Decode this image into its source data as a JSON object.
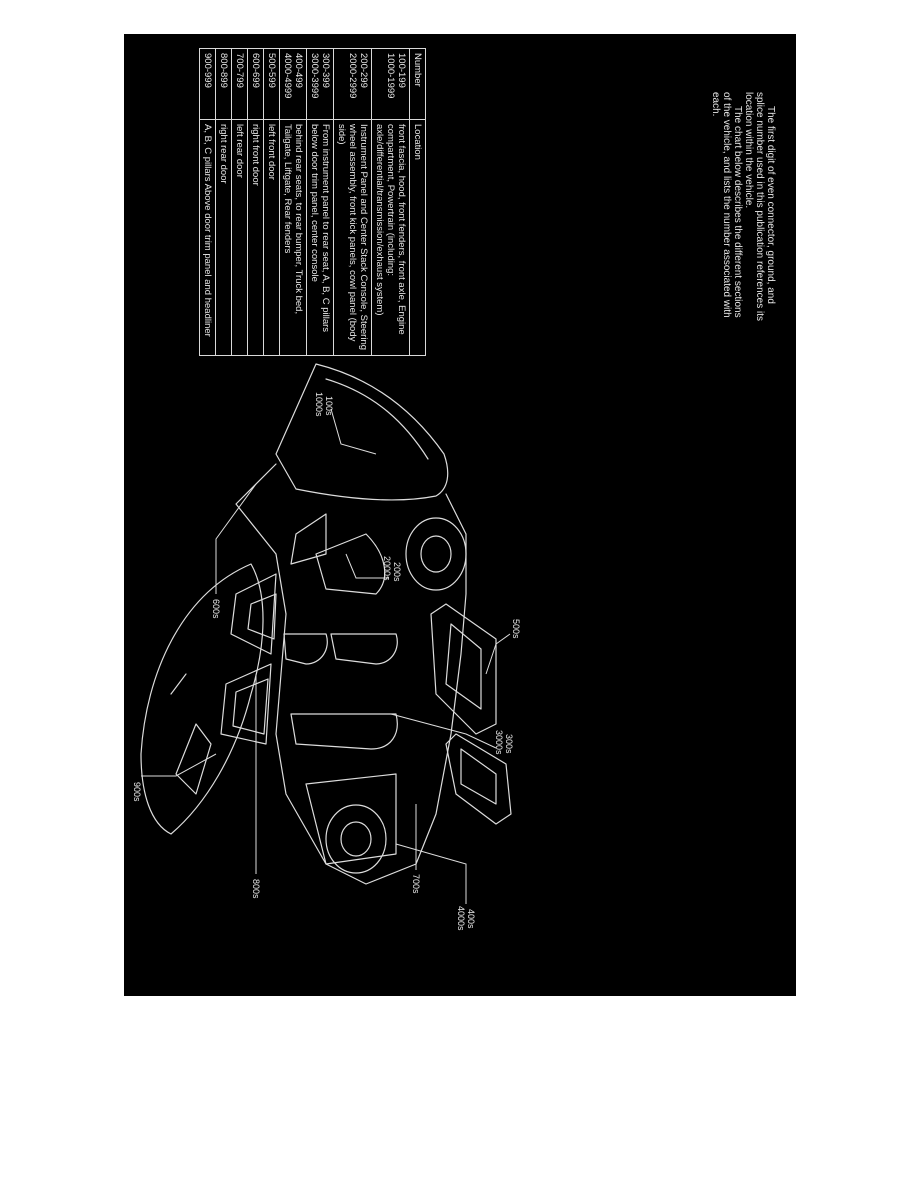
{
  "intro": {
    "line1": "The first digit of even connector, ground, and splice number used in this publication references its location within the vehicle.",
    "line2": "The chart below describes the different sections of the vehicle, and lists the number associated with each."
  },
  "legend": {
    "header_number": "Number",
    "header_location": "Location",
    "rows": [
      {
        "numbers": [
          "100-199",
          "1000-1999"
        ],
        "location": "front fascia, hood, front fenders, front axle, Engine compartment, Powertrain (including: axle/differential/transmission/exhaust system)"
      },
      {
        "numbers": [
          "200-299",
          "2000-2999"
        ],
        "location": "Instrument Panel and Center Stack Console, Steering wheel assembly, front kick panels, cowl panel (body side)"
      },
      {
        "numbers": [
          "300-399",
          "3000-3999"
        ],
        "location": "From instrument panel to rear seat, A, B, C pillars below door trim panel, center console"
      },
      {
        "numbers": [
          "400-499",
          "4000-4999"
        ],
        "location": "behind rear seats, to rear bumper, Truck bed, Tailgate, Liftgate, Rear fenders"
      },
      {
        "numbers": [
          "500-599"
        ],
        "location": "left front door"
      },
      {
        "numbers": [
          "600-699"
        ],
        "location": "right front door"
      },
      {
        "numbers": [
          "700-799"
        ],
        "location": "left rear door"
      },
      {
        "numbers": [
          "800-899"
        ],
        "location": "right rear door"
      },
      {
        "numbers": [
          "900-999"
        ],
        "location": "A, B, C pillars Above door trim panel and headliner"
      }
    ]
  },
  "callouts": {
    "c900": "900s",
    "c600": "600s",
    "c100a": "100s",
    "c100b": "1000s",
    "c200a": "200s",
    "c200b": "2000s",
    "c500": "500s",
    "c300a": "300s",
    "c300b": "3000s",
    "c800": "800s",
    "c700": "700s",
    "c400a": "400s",
    "c400b": "4000s"
  }
}
